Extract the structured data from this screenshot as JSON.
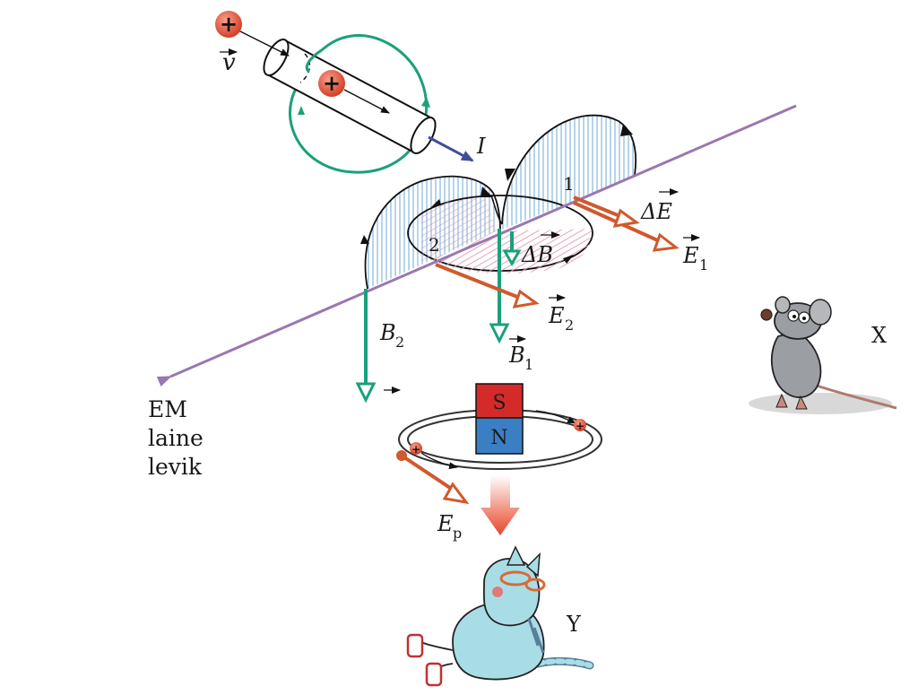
{
  "labels": {
    "velocity": "v",
    "current": "I",
    "point1": "1",
    "point2": "2",
    "delta_e": "ΔE",
    "delta_b": "ΔB",
    "e1": "E",
    "e1_sub": "1",
    "e2": "E",
    "e2_sub": "2",
    "b1": "B",
    "b1_sub": "1",
    "b2": "B",
    "b2_sub": "2",
    "em_line1": "EM",
    "em_line2": "laine",
    "em_line3": "levik",
    "magnet_s": "S",
    "magnet_n": "N",
    "ep": "E",
    "ep_sub": "p",
    "observer_x": "X",
    "observer_y": "Y",
    "plus_sign": "+"
  },
  "colors": {
    "green": "#1aa07c",
    "orange": "#cf5a2c",
    "purple": "#9a78b0",
    "blue_hatch": "#6fa8d6",
    "pink_hatch": "#e09ab8",
    "magnet_red": "#d52a2a",
    "magnet_blue": "#3a7fc4",
    "charge_red": "#d6402a"
  }
}
